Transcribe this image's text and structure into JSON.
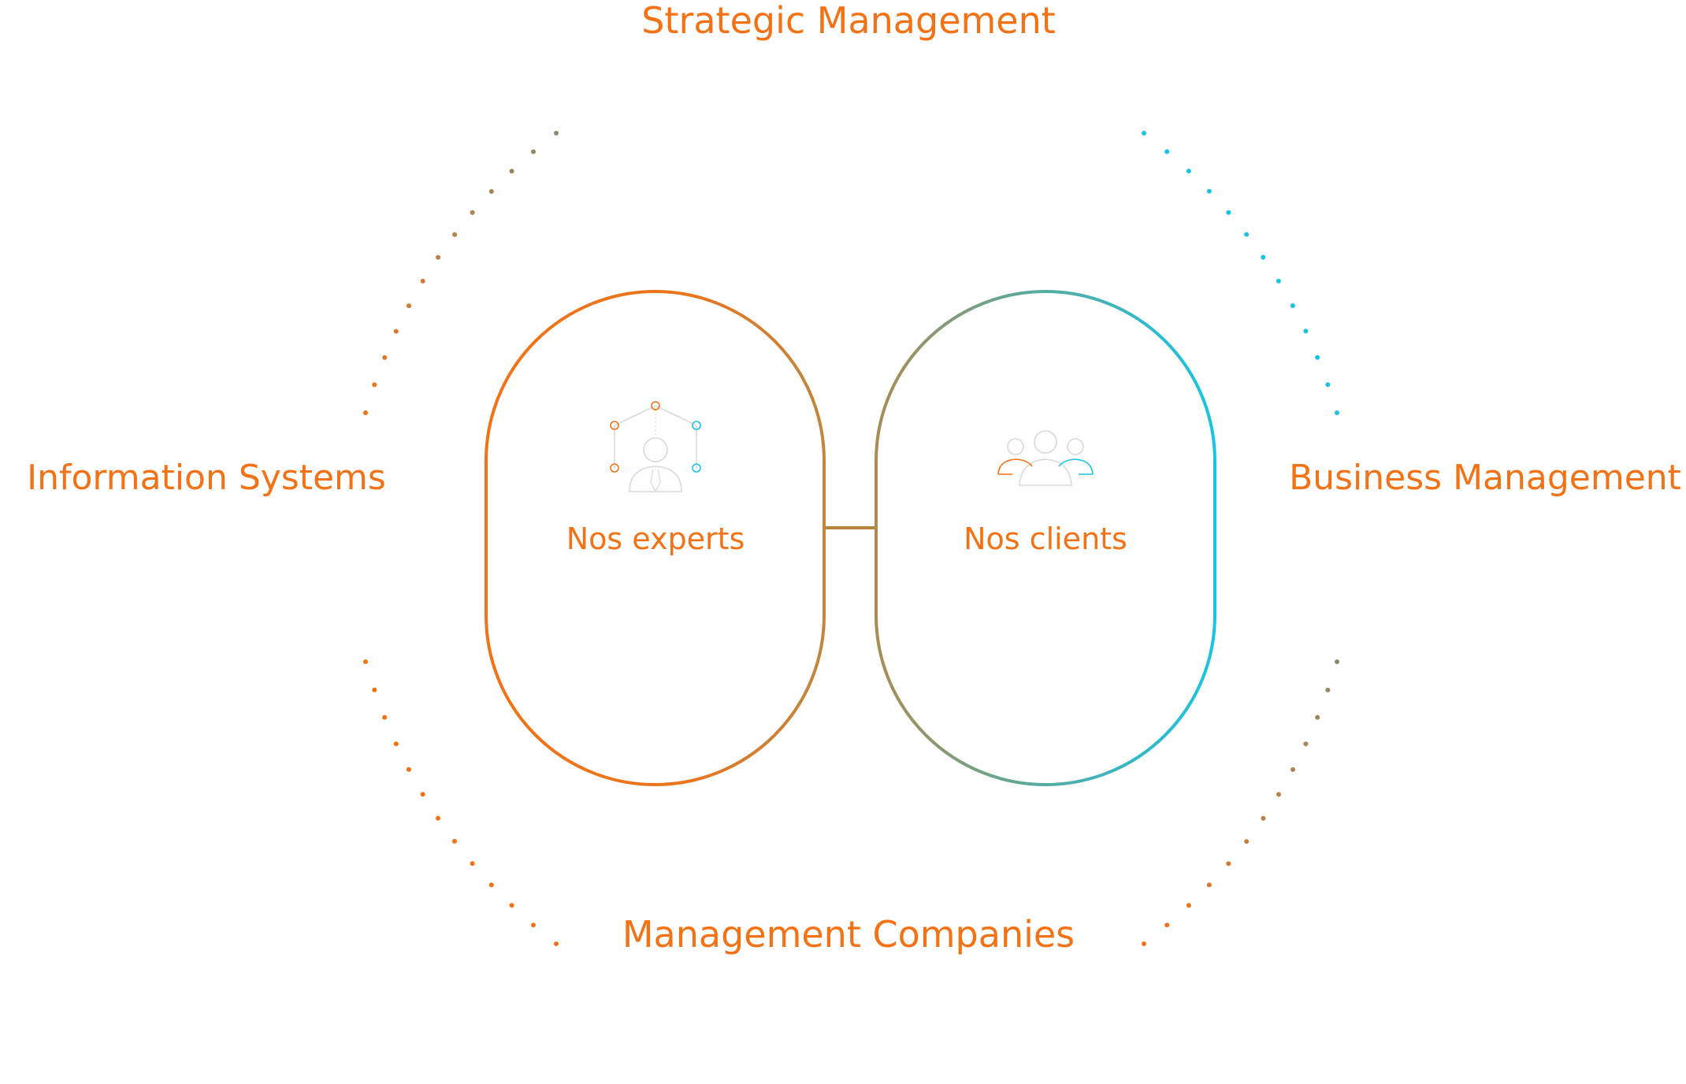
{
  "colors": {
    "orange": "#F47216",
    "cyan": "#19C3E6",
    "olive": "#8C8A6A",
    "icon_gray": "#D9D9D9",
    "background": "#FFFFFF"
  },
  "domains": {
    "top": "Strategic Management",
    "left": "Information Systems",
    "right": "Business Management",
    "bottom": "Management Companies"
  },
  "nodes": {
    "experts": {
      "label": "Nos experts",
      "icon": "expert-network-icon"
    },
    "clients": {
      "label": "Nos clients",
      "icon": "people-group-icon"
    }
  }
}
